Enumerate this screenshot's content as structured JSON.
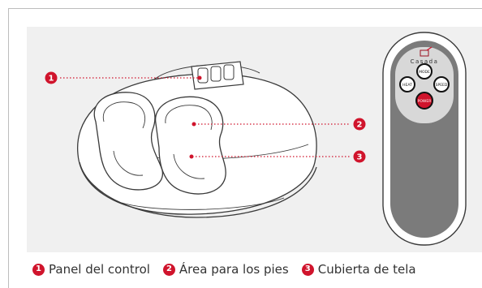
{
  "colors": {
    "accent": "#d0142c",
    "panel": "#f0f0f0",
    "outline": "#3a3a3a",
    "remote_body": "#7b7b7b",
    "text": "#333333"
  },
  "callouts": [
    {
      "number": "1",
      "target": "control-panel"
    },
    {
      "number": "2",
      "target": "foot-area"
    },
    {
      "number": "3",
      "target": "fabric-cover"
    }
  ],
  "remote": {
    "brand": "Casada",
    "buttons": {
      "mode": "MODE",
      "heat": "HEAT",
      "speed": "SPEED",
      "power": "POWER"
    }
  },
  "legend": [
    {
      "number": "1",
      "label": "Panel del control"
    },
    {
      "number": "2",
      "label": "Área para los pies"
    },
    {
      "number": "3",
      "label": "Cubierta de tela"
    }
  ],
  "icons": [
    "massager-illustration",
    "remote-control-illustration",
    "callout-marker-icon"
  ]
}
